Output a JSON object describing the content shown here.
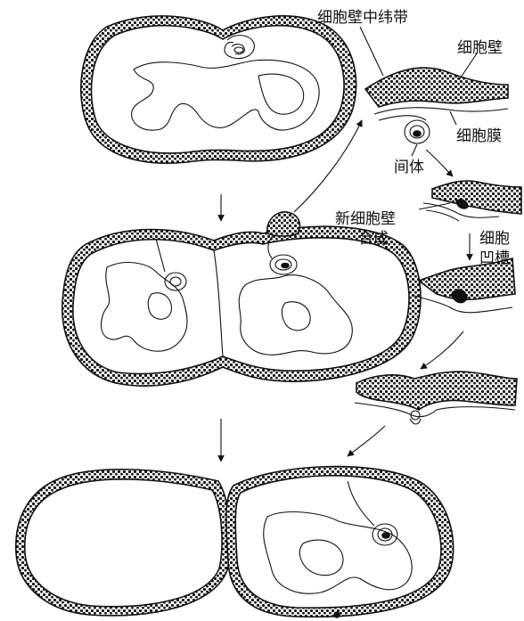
{
  "labels": {
    "cell_wall_middle_band": "细胞壁中纬带",
    "cell_wall": "细胞壁",
    "cell_membrane": "细胞膜",
    "mesosome": "间体",
    "new_cell_wall_line1": "新细胞壁",
    "new_cell_wall_line2": "合成",
    "cell_groove_line1": "细胞",
    "cell_groove_line2": "凹槽"
  }
}
